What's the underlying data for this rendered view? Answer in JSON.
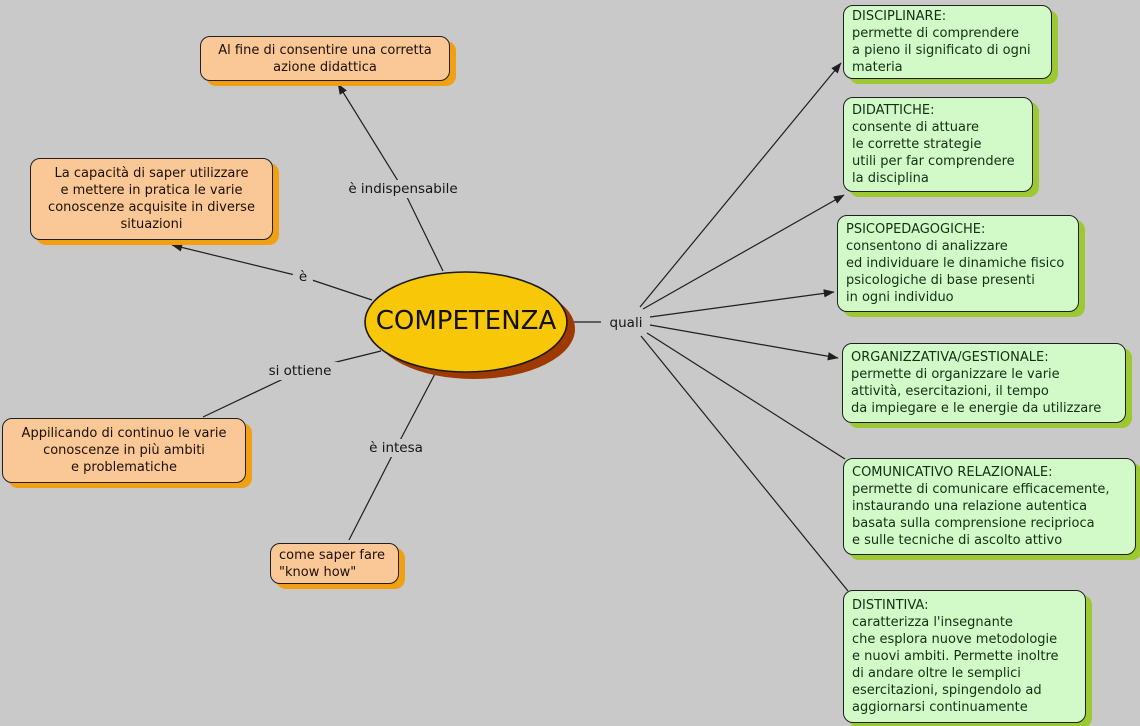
{
  "colors": {
    "page_bg": "#c9c9c9",
    "orange_fill": "#fac896",
    "orange_shadow": "#f0a012",
    "green_fill": "#d2f9c8",
    "green_shadow": "#9cc832",
    "ellipse_fill": "#f8c808",
    "ellipse_shadow": "#9e3a00",
    "line": "#1f1f1f"
  },
  "root": {
    "label": "COMPETENZA"
  },
  "link_labels": {
    "indispensabile": "è indispensabile",
    "e": "è",
    "si_ottiene": "si ottiene",
    "e_intesa": "è intesa",
    "quali": "quali"
  },
  "left_nodes": [
    {
      "id": "al-fine",
      "text": "Al fine di consentire una corretta\nazione didattica"
    },
    {
      "id": "la-capacita",
      "text": "La capacità di saper utilizzare\ne mettere in pratica le varie\nconoscenze acquisite in diverse\nsituazioni"
    },
    {
      "id": "appilicando",
      "text": "Appilicando di continuo le varie\nconoscenze in più ambiti\ne problematiche"
    },
    {
      "id": "know-how",
      "text": "come saper fare\n\"know how\""
    }
  ],
  "right_nodes": [
    {
      "id": "disciplinare",
      "text": "DISCIPLINARE:\npermette di comprendere\na pieno il significato di ogni\nmateria"
    },
    {
      "id": "didattiche",
      "text": "DIDATTICHE:\nconsente di attuare\nle corrette strategie\nutili per far comprendere\nla disciplina"
    },
    {
      "id": "psicopedagogiche",
      "text": "PSICOPEDAGOGICHE:\nconsentono di analizzare\ned individuare le dinamiche fisico\npsicologiche di base presenti\nin ogni individuo"
    },
    {
      "id": "organizzativa",
      "text": "ORGANIZZATIVA/GESTIONALE:\npermette di organizzare le varie\nattività, esercitazioni, il tempo\nda impiegare e le energie da utilizzare"
    },
    {
      "id": "comunicativo",
      "text": "COMUNICATIVO RELAZIONALE:\npermette di comunicare efficacemente,\ninstaurando una relazione autentica\nbasata sulla comprensione reciprioca\ne sulle tecniche di ascolto attivo"
    },
    {
      "id": "distintiva",
      "text": "DISTINTIVA:\ncaratterizza l'insegnante\nche esplora nuove metodologie\ne nuovi ambiti. Permette inoltre\ndi andare oltre le semplici\nesercitazioni, spingendolo ad\naggiornarsi continuamente"
    }
  ]
}
